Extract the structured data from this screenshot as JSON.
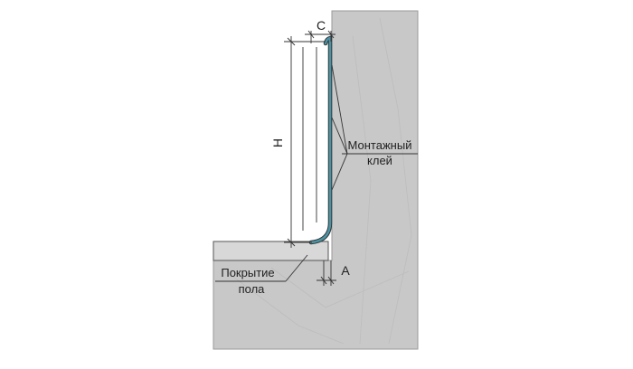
{
  "labels": {
    "dim_h": "H",
    "dim_c": "C",
    "dim_a": "A",
    "adhesive_line1": "Монтажный",
    "adhesive_line2": "клей",
    "floor_line1": "Покрытие",
    "floor_line2": "пола"
  },
  "colors": {
    "concrete": "#c8c8c8",
    "floor_layer": "#d8d8d8",
    "profile": "#4a93a5",
    "line": "#333333"
  }
}
